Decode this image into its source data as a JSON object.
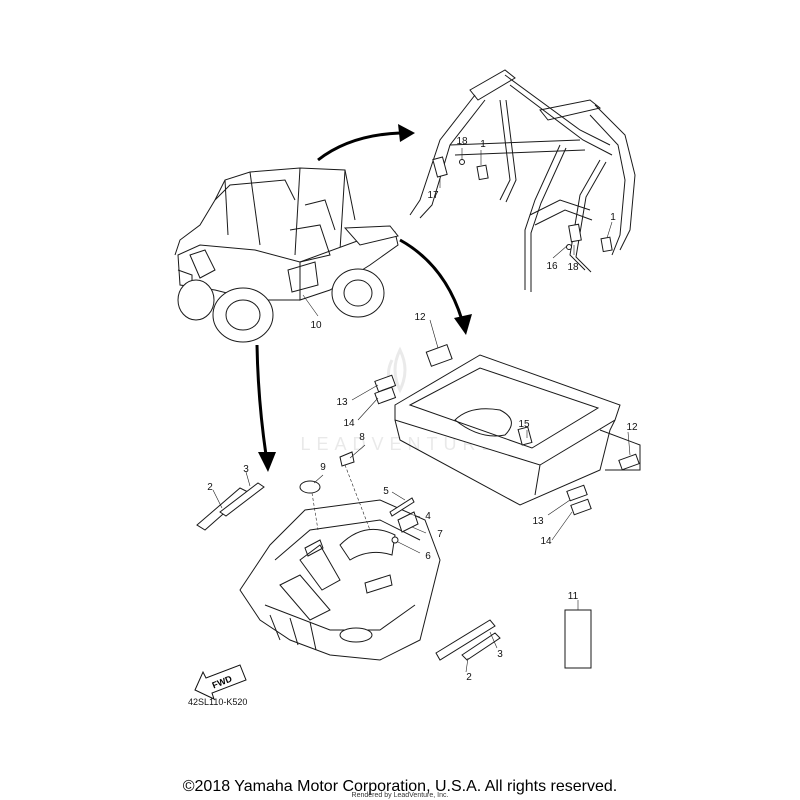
{
  "diagram": {
    "code": "42SL110-K520",
    "fwd_label": "FWD",
    "watermark": "LEADVENTURE"
  },
  "callouts": {
    "c1a": "1",
    "c1b": "1",
    "c2a": "2",
    "c2b": "2",
    "c3a": "3",
    "c3b": "3",
    "c4": "4",
    "c5": "5",
    "c6": "6",
    "c7": "7",
    "c8": "8",
    "c9": "9",
    "c10": "10",
    "c11": "11",
    "c12a": "12",
    "c12b": "12",
    "c13a": "13",
    "c13b": "13",
    "c14a": "14",
    "c14b": "14",
    "c15": "15",
    "c16": "16",
    "c17": "17",
    "c18a": "18",
    "c18b": "18"
  },
  "footer": {
    "copyright": "©2018 Yamaha Motor Corporation, U.S.A. All rights reserved.",
    "rendered_by": "Rendered by LeadVenture, Inc."
  }
}
